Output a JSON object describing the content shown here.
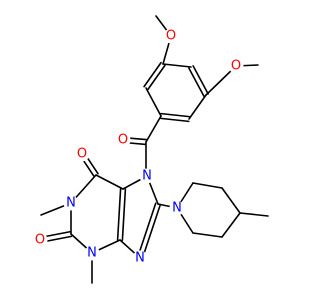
{
  "colors": {
    "background": "#ffffff",
    "bond": "#000000",
    "oxygen": "#ff0000",
    "nitrogen": "#0000ff"
  },
  "molecule": {
    "atom_labels": {
      "o_methoxy_top": "O",
      "o_methoxy_right": "O",
      "o_ketone": "O",
      "o_c6": "O",
      "o_c2": "O",
      "n7": "N",
      "n1": "N",
      "n3": "N",
      "n9": "N",
      "n_piperidine": "N"
    }
  }
}
